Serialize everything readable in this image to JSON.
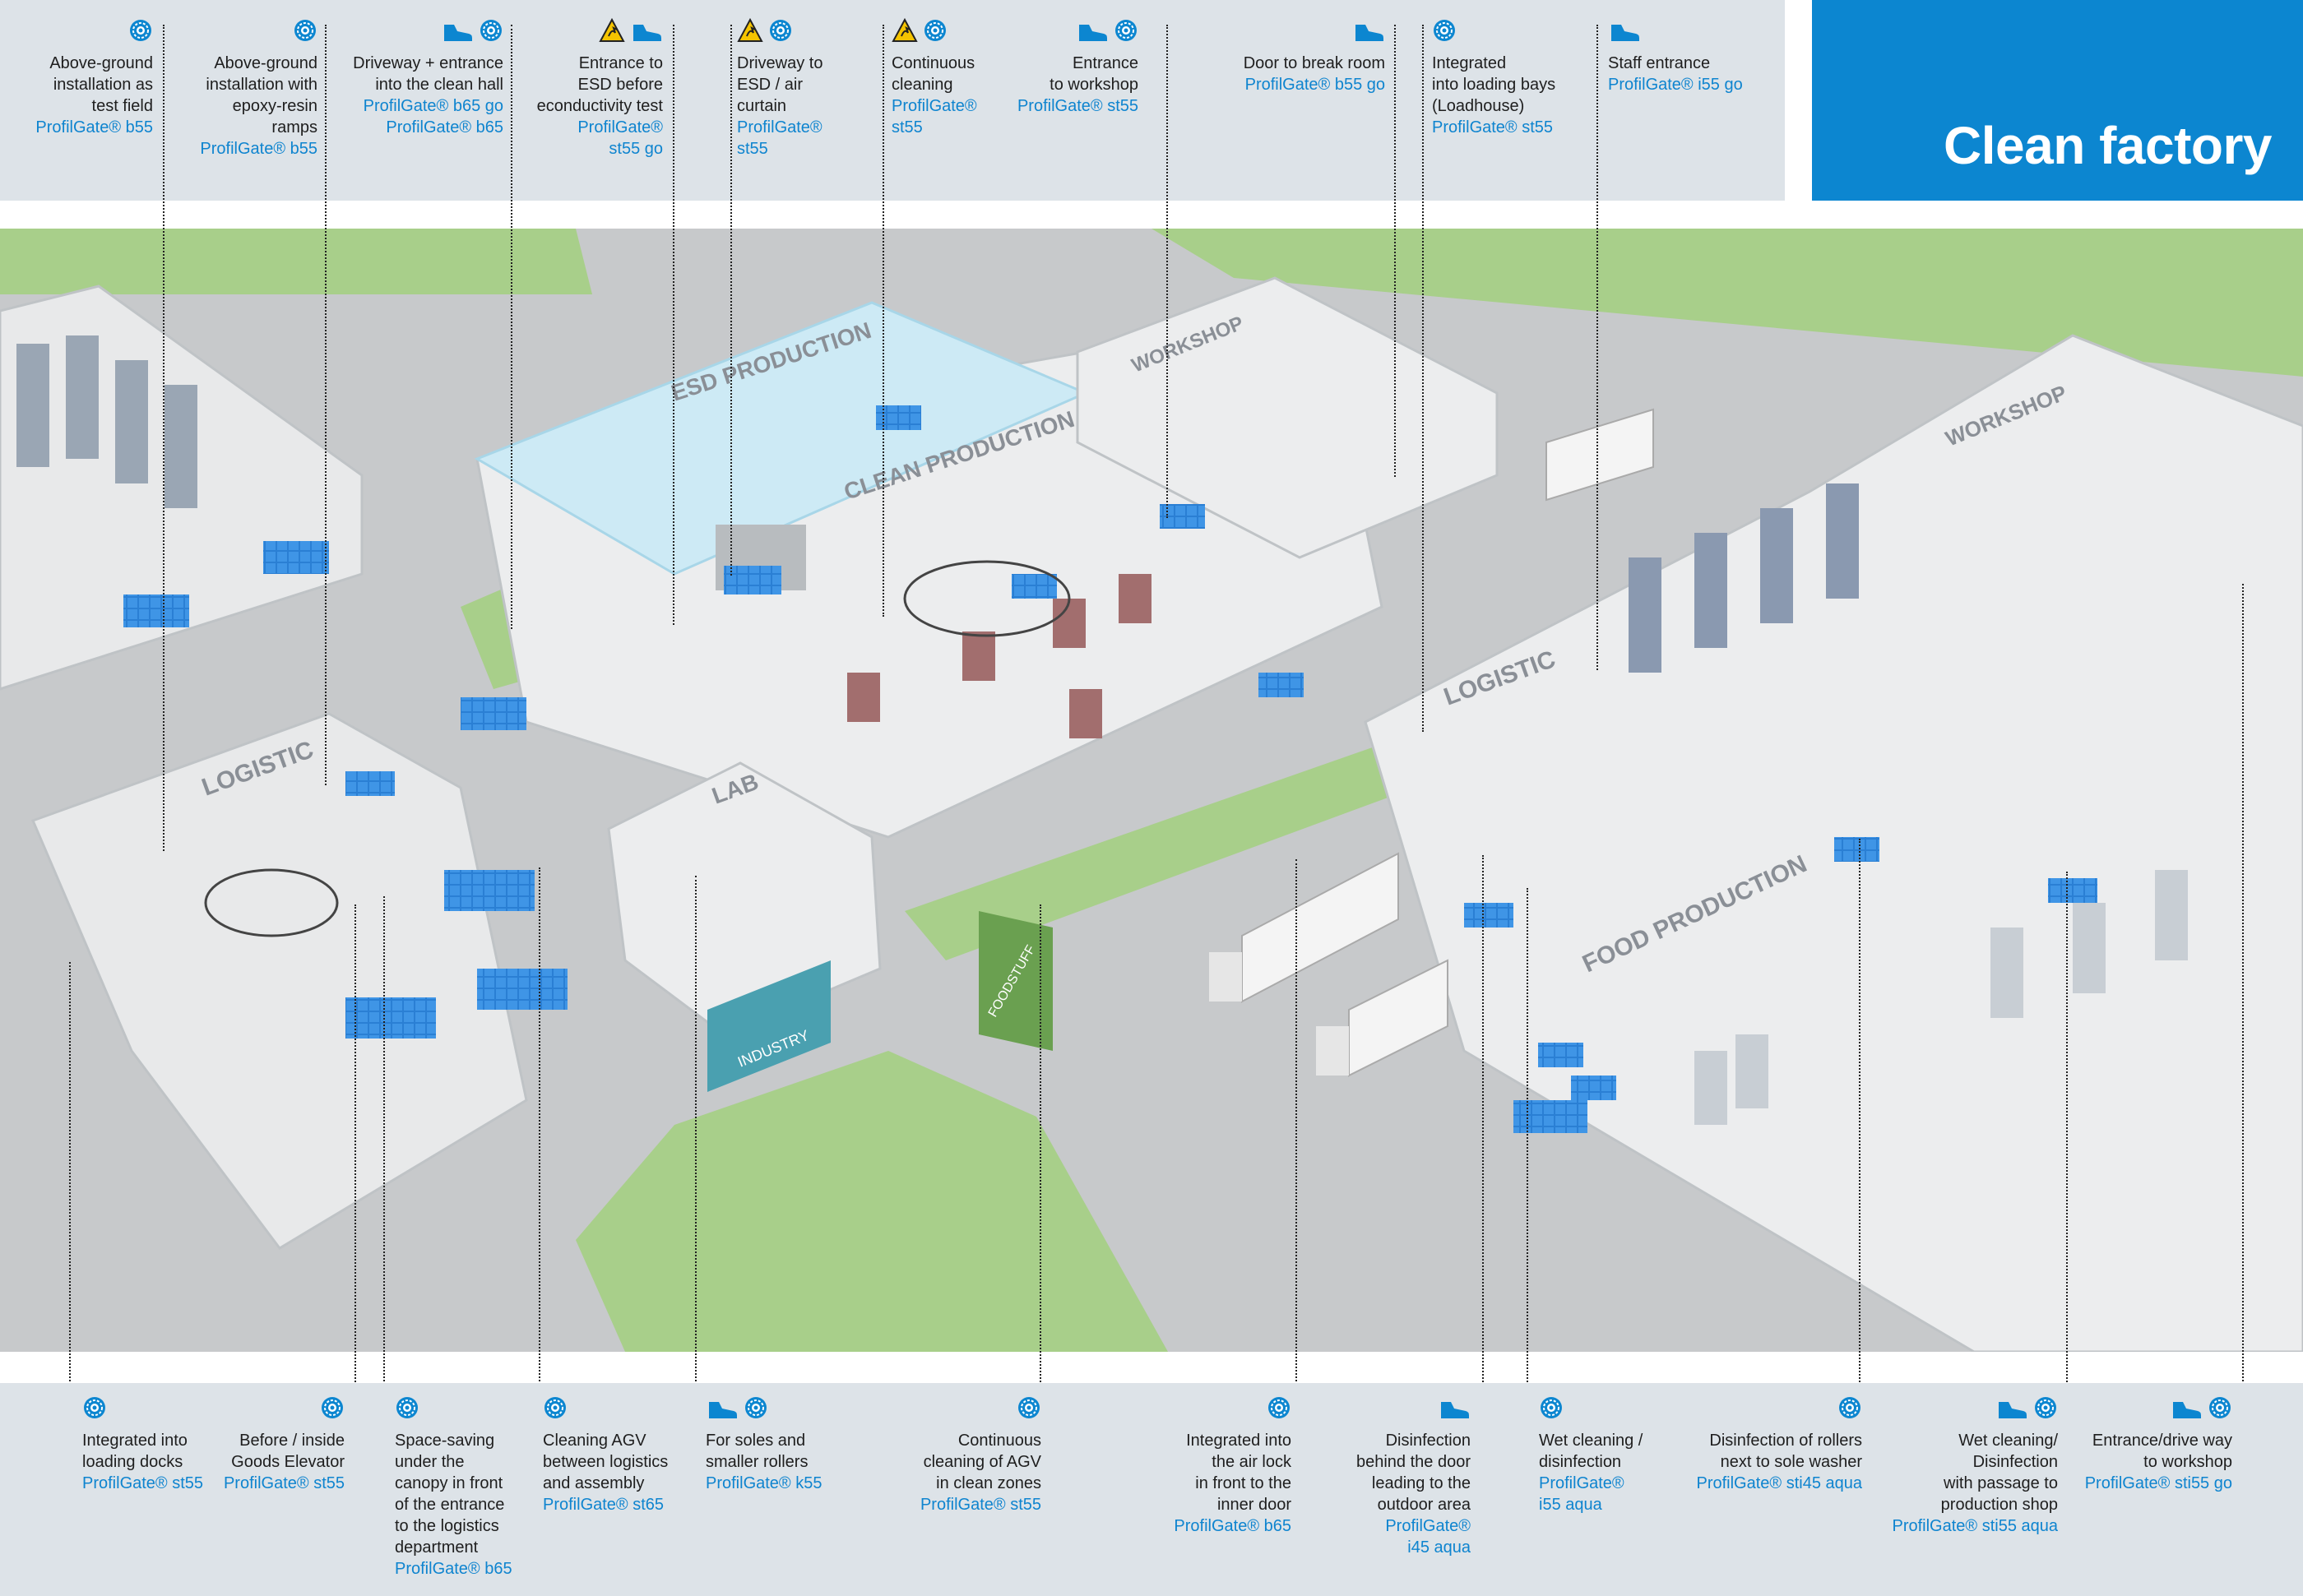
{
  "title": "Clean factory",
  "colors": {
    "accent_blue": "#0c86d0",
    "strip_gray": "#dde3e8",
    "product_blue": "#0e84cf",
    "esd_yellow": "#f5c400",
    "grass_green": "#a8cf8a",
    "road_gray": "#c9c9c9"
  },
  "top_callouts": [
    {
      "name": "Above-ground\ninstallation as\ntest field",
      "product": "ProfilGate® b55",
      "icons": [
        "gear-icon"
      ]
    },
    {
      "name": "Above-ground\ninstallation with\nepoxy-resin\nramps",
      "product": "ProfilGate® b55",
      "icons": [
        "gear-icon"
      ]
    },
    {
      "name": "Driveway + entrance\ninto the clean hall",
      "product": "ProfilGate® b65 go\nProfilGate® b65",
      "icons": [
        "shoe-icon",
        "gear-icon"
      ]
    },
    {
      "name": "Entrance to\nESD before\neconductivity test",
      "product": "ProfilGate®\nst55 go",
      "icons": [
        "esd-icon",
        "shoe-icon"
      ]
    },
    {
      "name": "Driveway to\nESD / air\ncurtain",
      "product": "ProfilGate®\nst55",
      "icons": [
        "esd-icon",
        "gear-icon"
      ]
    },
    {
      "name": "Continuous\ncleaning",
      "product": "ProfilGate®\nst55",
      "icons": [
        "esd-icon",
        "gear-icon"
      ]
    },
    {
      "name": "Entrance\nto workshop",
      "product": "ProfilGate® st55",
      "icons": [
        "shoe-icon",
        "gear-icon"
      ]
    },
    {
      "name": "Door to break room",
      "product": "ProfilGate® b55 go",
      "icons": [
        "shoe-icon"
      ]
    },
    {
      "name": "Integrated\ninto loading bays\n(Loadhouse)",
      "product": "ProfilGate® st55",
      "icons": [
        "gear-icon"
      ]
    },
    {
      "name": "Staff entrance",
      "product": "ProfilGate® i55 go",
      "icons": [
        "shoe-icon"
      ]
    }
  ],
  "bottom_callouts": [
    {
      "name": "Integrated into\nloading docks",
      "product": "ProfilGate® st55",
      "icons": [
        "gear-icon"
      ]
    },
    {
      "name": "Before / inside\nGoods Elevator",
      "product": "ProfilGate® st55",
      "icons": [
        "gear-icon"
      ]
    },
    {
      "name": "Space-saving\nunder the\ncanopy in front\nof the entrance\nto the logistics\ndepartment",
      "product": "ProfilGate® b65",
      "icons": [
        "gear-icon"
      ]
    },
    {
      "name": "Cleaning AGV\nbetween logistics\nand assembly",
      "product": "ProfilGate® st65",
      "icons": [
        "gear-icon"
      ]
    },
    {
      "name": "For soles and\nsmaller rollers",
      "product": "ProfilGate® k55",
      "icons": [
        "shoe-icon",
        "gear-icon"
      ]
    },
    {
      "name": "Continuous\ncleaning of AGV\nin clean zones",
      "product": "ProfilGate® st55",
      "icons": [
        "gear-icon"
      ]
    },
    {
      "name": "Integrated into\nthe air lock\nin front to the\ninner door",
      "product": "ProfilGate® b65",
      "icons": [
        "gear-icon"
      ]
    },
    {
      "name": "Disinfection\nbehind the door\nleading to the\noutdoor area",
      "product": "ProfilGate®\ni45 aqua",
      "icons": [
        "shoe-icon"
      ]
    },
    {
      "name": "Wet cleaning /\ndisinfection",
      "product": "ProfilGate®\ni55 aqua",
      "icons": [
        "gear-icon"
      ]
    },
    {
      "name": "Disinfection of rollers\nnext to sole washer",
      "product": "ProfilGate® sti45 aqua",
      "icons": [
        "gear-icon"
      ]
    },
    {
      "name": "Wet cleaning/\nDisinfection\nwith passage to\nproduction shop",
      "product": "ProfilGate® sti55 aqua",
      "icons": [
        "shoe-icon",
        "gear-icon"
      ]
    },
    {
      "name": "Entrance/drive way\nto workshop",
      "product": "ProfilGate® sti55 go",
      "icons": [
        "shoe-icon",
        "gear-icon"
      ]
    }
  ],
  "zones": {
    "esd_production": "ESD PRODUCTION",
    "clean_production": "CLEAN PRODUCTION",
    "workshop_1": "WORKSHOP",
    "workshop_2": "WORKSHOP",
    "logistic_1": "LOGISTIC",
    "logistic_2": "LOGISTIC",
    "lab": "LAB",
    "food_production": "FOOD PRODUCTION",
    "industry_sign": "INDUSTRY",
    "foodstuff_sign": "FOODSTUFF"
  }
}
